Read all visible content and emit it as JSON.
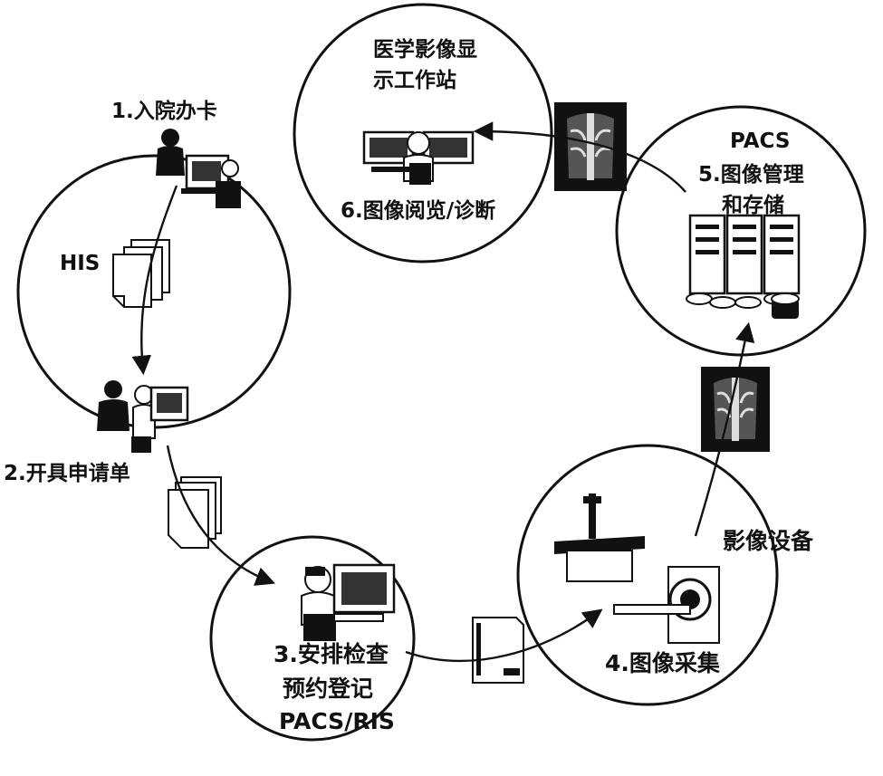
{
  "labels": {
    "step1": "1.入院办卡",
    "his": "HIS",
    "step2": "2.开具申请单",
    "step3_line1": "3.安排检查",
    "step3_line2": "预约登记",
    "step3_line3": "PACS/RIS",
    "modality": "影像设备",
    "step4": "4.图像采集",
    "pacs": "PACS",
    "step5_line1": "5.图像管理",
    "step5_line2": "和存储",
    "workstation_line1": "医学影像显",
    "workstation_line2": "示工作站",
    "step6": "6.图像阅览/诊断"
  },
  "icons": {
    "reception": "person-at-computer-icon",
    "doctor": "doctor-with-patient-icon",
    "scheduler": "scheduler-at-computer-icon",
    "radiologist": "radiologist-at-workstation-icon",
    "documents": "document-stack-icon",
    "request_form": "request-form-icon",
    "xray_film": "chest-xray-film-icon",
    "scanner": "ct-scanner-icon",
    "servers": "server-rack-icon"
  },
  "colors": {
    "ink": "#111111",
    "background": "#ffffff"
  }
}
